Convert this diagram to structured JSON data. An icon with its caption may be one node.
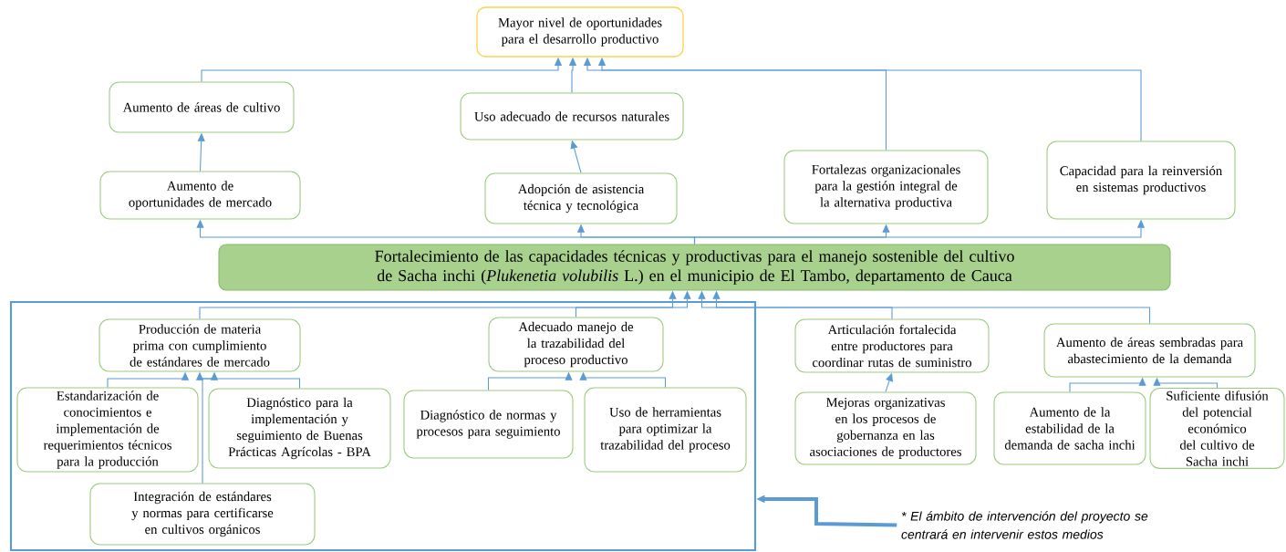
{
  "diagram": {
    "nodes": [
      {
        "text": [
          "Mayor nivel de oportunidades para el desarrollo productivo"
        ]
      },
      {
        "text": [
          "Aumento de áreas de cultivo"
        ]
      },
      {
        "text": [
          "Uso adecuado de recursos naturales"
        ]
      },
      {
        "text": [
          "Aumento de oportunidades de mercado"
        ]
      },
      {
        "text": [
          "Adopción de  asistencia técnica y  tecnológica"
        ]
      },
      {
        "text": [
          "Fortalezas organizacionales para la gestión integral de la alternativa productiva"
        ]
      },
      {
        "text": [
          "Capacidad para la reinversión en sistemas productivos"
        ]
      },
      {
        "text": [
          "Fortalecimiento de las capacidades técnicas y productivas para el manejo sostenible del cultivo de Sacha inchi (*Plukenetia volubilis* L.) en el municipio de El Tambo, departamento de Cauca"
        ]
      },
      {
        "text": [],
        "shape": "box"
      },
      {
        "text": [
          "Producción de materia prima con cumplimiento de estándares de mercado"
        ],
        "in": 8
      },
      {
        "text": [
          "Adecuado manejo de la trazabilidad del proceso productivo"
        ],
        "in": 8
      },
      {
        "text": [
          "Estandarización de conocimientos e implementación de requerimientos técnicos para la producción"
        ],
        "in": 8
      },
      {
        "text": [
          "Diagnóstico para la implementación y seguimiento de Buenas Prácticas Agrícolas - BPA"
        ],
        "in": 8
      },
      {
        "text": [
          "Diagnóstico de normas y procesos para seguimiento"
        ],
        "in": 8
      },
      {
        "text": [
          "Uso de herramientas para optimizar la trazabilidad del proceso"
        ],
        "in": 8
      },
      {
        "text": [
          "Integración de estándares y normas para certificarse en cultivos orgánicos"
        ],
        "in": 8
      },
      {
        "text": [
          "Articulación fortalecida entre productores para coordinar rutas de suministro"
        ]
      },
      {
        "text": [
          "Aumento de áreas sembradas para abastecimiento de la demanda"
        ]
      },
      {
        "text": [
          "Mejoras organizativas en los procesos de gobernanza en las asociaciones de productores"
        ]
      },
      {
        "text": [
          "Aumento de la estabilidad de la demanda de sacha inchi"
        ]
      },
      {
        "text": [
          "Suficiente difusión del potencial económico del cultivo de Sacha inchi"
        ]
      },
      {
        "text": [
          "* El ámbito de intervención del proyecto se centrará en intervenir estos medios"
        ]
      }
    ],
    "edges": [
      {
        "from": 1,
        "to": 0,
        "arrow": "to"
      },
      {
        "from": 2,
        "to": 0,
        "arrow": "to"
      },
      {
        "from": 5,
        "to": 0,
        "arrow": "to"
      },
      {
        "from": 6,
        "to": 0,
        "arrow": "to"
      },
      {
        "from": 3,
        "to": 1,
        "arrow": "to"
      },
      {
        "from": 4,
        "to": 2,
        "arrow": "to"
      },
      {
        "from": 7,
        "to": 3,
        "arrow": "to"
      },
      {
        "from": 7,
        "to": 4,
        "arrow": "to"
      },
      {
        "from": 7,
        "to": 5,
        "arrow": "to"
      },
      {
        "from": 7,
        "to": 6,
        "arrow": "to"
      },
      {
        "from": 9,
        "to": 7,
        "arrow": "to"
      },
      {
        "from": 10,
        "to": 7,
        "arrow": "to"
      },
      {
        "from": 16,
        "to": 7,
        "arrow": "to"
      },
      {
        "from": 17,
        "to": 7,
        "arrow": "to"
      },
      {
        "from": 11,
        "to": 9,
        "arrow": "to"
      },
      {
        "from": 12,
        "to": 9,
        "arrow": "to"
      },
      {
        "from": 15,
        "to": 9,
        "arrow": "to"
      },
      {
        "from": 13,
        "to": 10,
        "arrow": "to"
      },
      {
        "from": 14,
        "to": 10,
        "arrow": "to"
      },
      {
        "from": 18,
        "to": 16,
        "arrow": "to"
      },
      {
        "from": 19,
        "to": 17,
        "arrow": "to"
      },
      {
        "from": 20,
        "to": 17,
        "arrow": "to"
      },
      {
        "from": 21,
        "to": 8,
        "arrow": "to",
        "style": "thick"
      }
    ]
  }
}
